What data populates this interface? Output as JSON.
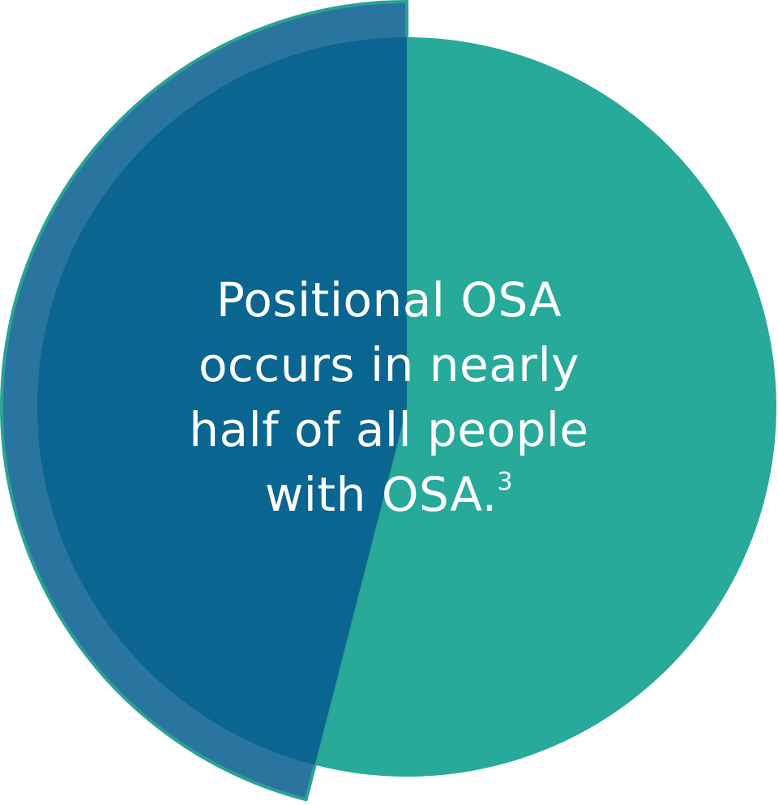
{
  "chart_data": {
    "type": "pie",
    "title": "",
    "slices": [
      {
        "name": "",
        "value": 46,
        "color": "#0a6690",
        "exploded": true
      },
      {
        "name": "",
        "value": 54,
        "color": "#28aa9b",
        "exploded": false
      }
    ],
    "rim_color": "#2a759f",
    "outline_color": "#2aa294",
    "annotation": {
      "lines": [
        "Positional OSA",
        "occurs in nearly",
        "half of all people",
        "with OSA."
      ],
      "footnote": "3"
    }
  }
}
